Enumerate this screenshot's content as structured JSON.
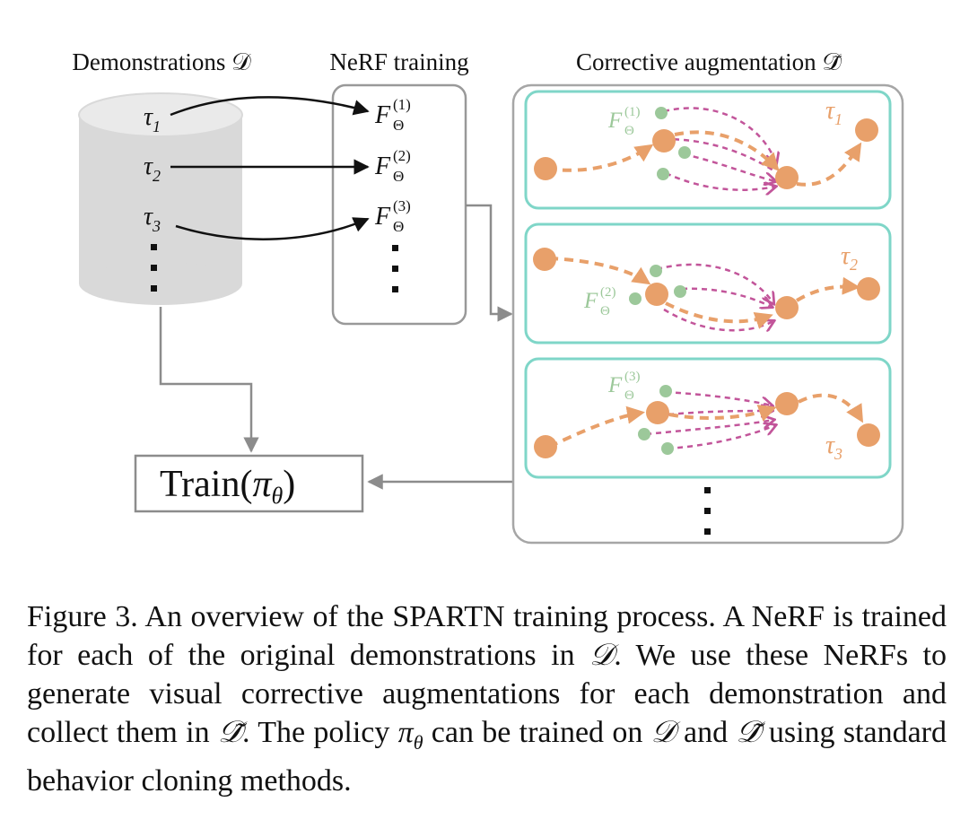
{
  "headers": {
    "demonstrations": "Demonstrations 𝒟",
    "nerf_training": "NeRF training",
    "corrective": "Corrective augmentation 𝒟̃"
  },
  "demos": [
    {
      "tau": "τ",
      "sub": "1",
      "F": "F",
      "Fsub": "Θ",
      "Fsup": "(1)"
    },
    {
      "tau": "τ",
      "sub": "2",
      "F": "F",
      "Fsub": "Θ",
      "Fsup": "(2)"
    },
    {
      "tau": "τ",
      "sub": "3",
      "F": "F",
      "Fsub": "Θ",
      "Fsup": "(3)"
    }
  ],
  "augment_panels": [
    {
      "F": "F",
      "Fsub": "Θ",
      "Fsup": "(1)",
      "tau": "τ",
      "sub": "1"
    },
    {
      "F": "F",
      "Fsub": "Θ",
      "Fsup": "(2)",
      "tau": "τ",
      "sub": "2"
    },
    {
      "F": "F",
      "Fsub": "Θ",
      "Fsup": "(3)",
      "tau": "τ",
      "sub": "3"
    }
  ],
  "train_box": {
    "prefix": "Train(",
    "pi": "π",
    "theta": "θ",
    "suffix": ")"
  },
  "colors": {
    "orange": "#e8a06a",
    "green": "#9cc89a",
    "magenta": "#c2559a",
    "teal": "#7fd6c8",
    "gray": "#8c8c8c",
    "cylinder": "#d9d9d9"
  },
  "caption": {
    "s1": "Figure 3. An overview of the SPARTN training process. A NeRF is trained for each of the original demonstrations in ",
    "D1": "𝒟",
    "s2": ". We use these NeRFs to generate visual corrective augmentations for each demonstration and collect them in ",
    "Dt1": "𝒟̃",
    "s3": ". The policy ",
    "pi": "π",
    "theta": "θ",
    "s4": " can be trained on ",
    "D2": "𝒟",
    "s5": " and ",
    "Dt2": "𝒟̃",
    "s6": " using standard behavior cloning methods."
  }
}
